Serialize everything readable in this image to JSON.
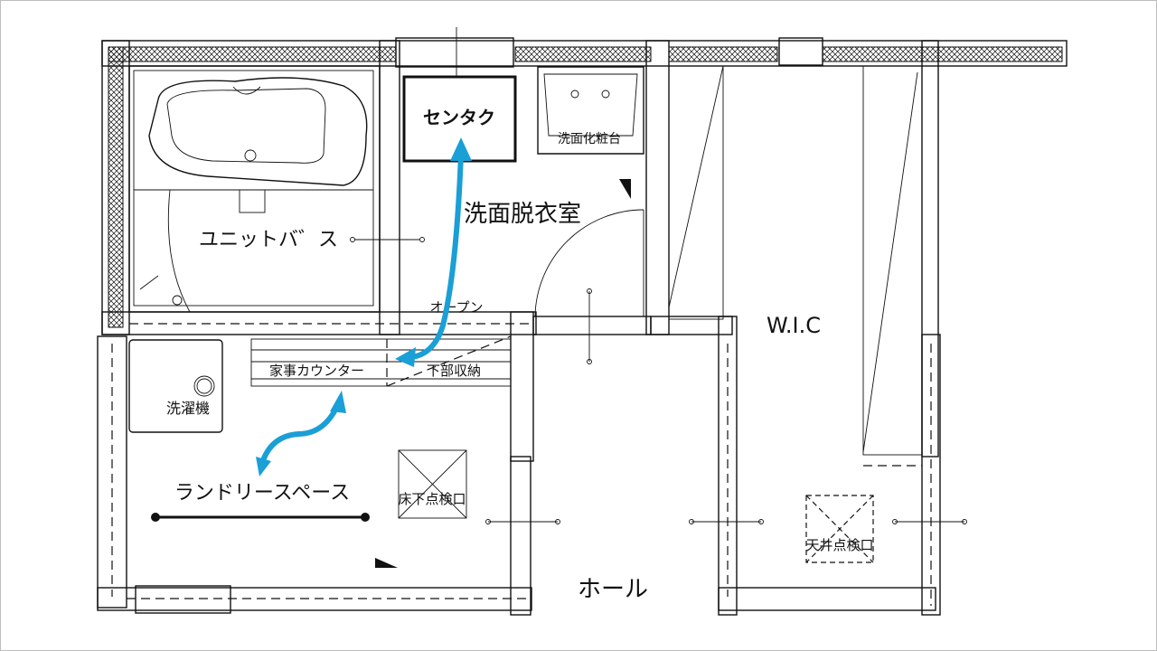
{
  "rooms": {
    "washer_box": "センタク",
    "vanity": "洗面化粧台",
    "dressing_room": "洗面脱衣室",
    "unit_bath": "ユニットバ゛ス",
    "open": "オープン",
    "counter": "家事カウンター",
    "lower_storage": "下部収納",
    "washing_machine": "洗濯機",
    "laundry_space": "ランドリースペース",
    "underfloor_hatch": "床下点検口",
    "wic": "W.I.C",
    "ceiling_hatch": "天井点検口",
    "hall": "ホール"
  },
  "colors": {
    "arrow": "#1a9fd6",
    "line": "#111111"
  }
}
